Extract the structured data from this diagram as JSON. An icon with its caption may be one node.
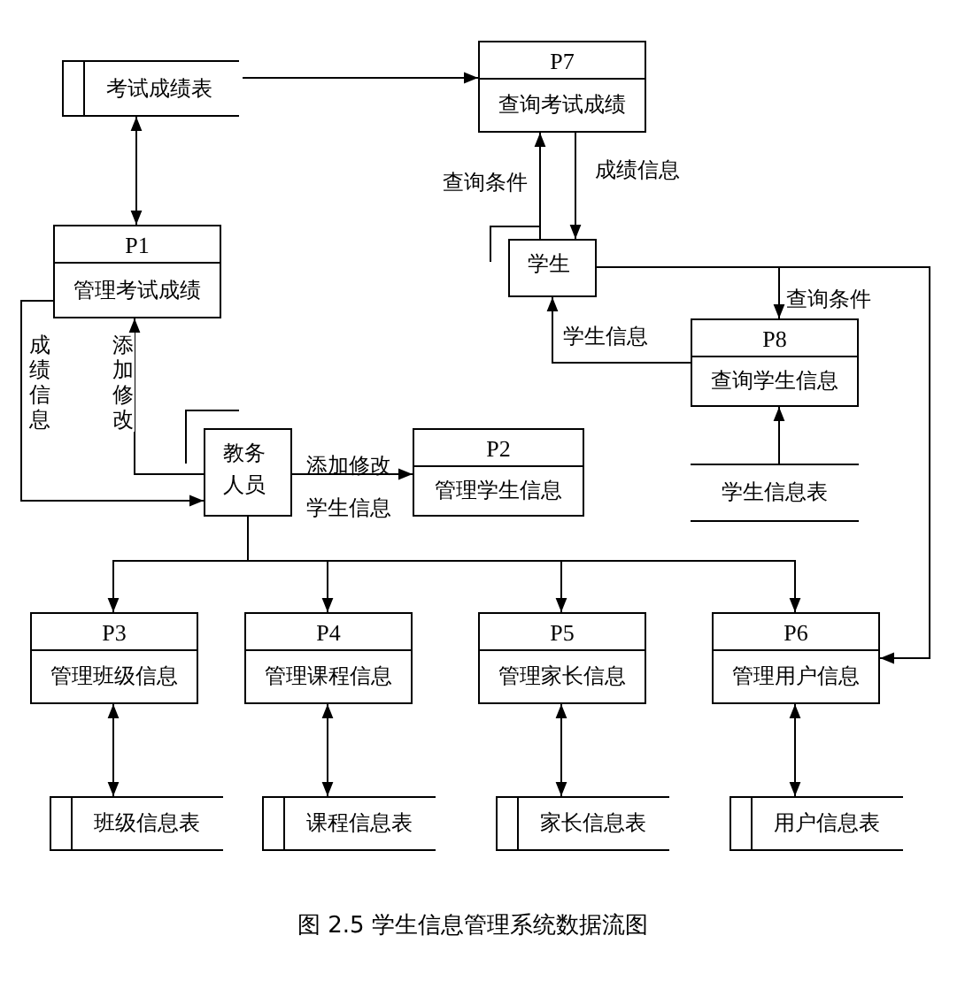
{
  "diagram": {
    "caption": "图 2.5 学生信息管理系统数据流图",
    "nodes": [
      {
        "text": [
          "考试成绩表"
        ]
      },
      {
        "text": [
          "P7",
          "查询考试成绩"
        ]
      },
      {
        "text": [
          "P1",
          "管理考试成绩"
        ]
      },
      {
        "text": [
          "学生"
        ]
      },
      {
        "text": [
          "P8",
          "查询学生信息"
        ]
      },
      {
        "text": [
          "教务人员"
        ]
      },
      {
        "text": [
          "P2",
          "管理学生信息"
        ]
      },
      {
        "text": [
          "学生信息表"
        ]
      },
      {
        "text": [
          "P3",
          "管理班级信息"
        ]
      },
      {
        "text": [
          "P4",
          "管理课程信息"
        ]
      },
      {
        "text": [
          "P5",
          "管理家长信息"
        ]
      },
      {
        "text": [
          "P6",
          "管理用户信息"
        ]
      },
      {
        "text": [
          "班级信息表"
        ]
      },
      {
        "text": [
          "课程信息表"
        ]
      },
      {
        "text": [
          "家长信息表"
        ]
      },
      {
        "text": [
          "用户信息表"
        ]
      }
    ],
    "edges": [
      {
        "from": 0,
        "to": 1,
        "arrow": "to"
      },
      {
        "from": 0,
        "to": 2,
        "arrow": "both"
      },
      {
        "from": 3,
        "to": 1,
        "arrow": "to",
        "label": "查询条件"
      },
      {
        "from": 1,
        "to": 3,
        "arrow": "to",
        "label": "成绩信息"
      },
      {
        "from": 3,
        "to": 4,
        "arrow": "to",
        "label": "查询条件"
      },
      {
        "from": 4,
        "to": 3,
        "arrow": "to",
        "label": "学生信息"
      },
      {
        "from": 7,
        "to": 4,
        "arrow": "to"
      },
      {
        "from": 2,
        "to": 5,
        "arrow": "to",
        "label": "成绩信息"
      },
      {
        "from": 5,
        "to": 2,
        "arrow": "to",
        "label": "添加修改"
      },
      {
        "from": 5,
        "to": 6,
        "arrow": "to",
        "label": "添加修改学生信息"
      },
      {
        "from": 5,
        "to": 8,
        "arrow": "to"
      },
      {
        "from": 5,
        "to": 9,
        "arrow": "to"
      },
      {
        "from": 5,
        "to": 10,
        "arrow": "to"
      },
      {
        "from": 5,
        "to": 11,
        "arrow": "to"
      },
      {
        "from": 3,
        "to": 11,
        "arrow": "to"
      },
      {
        "from": 8,
        "to": 12,
        "arrow": "both"
      },
      {
        "from": 9,
        "to": 13,
        "arrow": "both"
      },
      {
        "from": 10,
        "to": 14,
        "arrow": "both"
      },
      {
        "from": 11,
        "to": 15,
        "arrow": "both"
      }
    ]
  }
}
